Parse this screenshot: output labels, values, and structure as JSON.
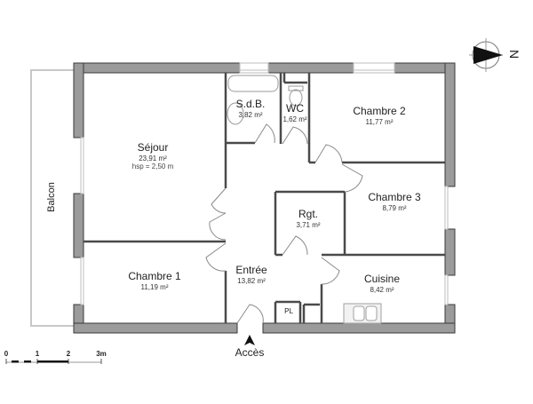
{
  "plan": {
    "type": "apartment-floor-plan",
    "rooms": [
      {
        "id": "sejour",
        "name": "Séjour",
        "area": "23,91 m²",
        "hsp": "hsp = 2,50 m"
      },
      {
        "id": "sdb",
        "name": "S.d.B.",
        "area": "3,82 m²"
      },
      {
        "id": "wc",
        "name": "WC",
        "area": "1,62 m²"
      },
      {
        "id": "chambre2",
        "name": "Chambre 2",
        "area": "11,77 m²"
      },
      {
        "id": "chambre3",
        "name": "Chambre 3",
        "area": "8,79 m²"
      },
      {
        "id": "rgt",
        "name": "Rgt.",
        "area": "3,71 m²"
      },
      {
        "id": "entree",
        "name": "Entrée",
        "area": "13,82 m²"
      },
      {
        "id": "chambre1",
        "name": "Chambre 1",
        "area": "11,19 m²"
      },
      {
        "id": "cuisine",
        "name": "Cuisine",
        "area": "8,42 m²"
      }
    ],
    "balcony": {
      "name": "Balcon"
    },
    "closet": {
      "name": "PL"
    },
    "access": {
      "label": "Accès"
    },
    "north": {
      "label": "N"
    },
    "scale": {
      "ticks": [
        "0",
        "1",
        "2",
        "3m"
      ]
    },
    "colors": {
      "wall_fill": "#9b9b9b",
      "wall_stroke": "#3a3a3a",
      "partition": "#555555",
      "window": "#bdbdbd",
      "balcony": "#c8c8c8"
    }
  }
}
